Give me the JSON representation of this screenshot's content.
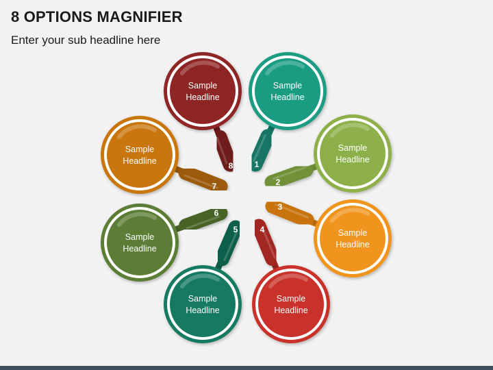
{
  "header": {
    "title": "8 OPTIONS MAGNIFIER",
    "subtitle": "Enter your sub headline here"
  },
  "options": [
    {
      "number": "1",
      "line1": "Sample",
      "line2": "Headline",
      "color": "#1a9c82",
      "handle": "#127565"
    },
    {
      "number": "2",
      "line1": "Sample",
      "line2": "Headline",
      "color": "#8db04a",
      "handle": "#6f9138"
    },
    {
      "number": "3",
      "line1": "Sample",
      "line2": "Headline",
      "color": "#f0941e",
      "handle": "#c97310"
    },
    {
      "number": "4",
      "line1": "Sample",
      "line2": "Headline",
      "color": "#c8322b",
      "handle": "#a22620"
    },
    {
      "number": "5",
      "line1": "Sample",
      "line2": "Headline",
      "color": "#167a63",
      "handle": "#0f5e4c"
    },
    {
      "number": "6",
      "line1": "Sample",
      "line2": "Headline",
      "color": "#5b7d35",
      "handle": "#466328"
    },
    {
      "number": "7",
      "line1": "Sample",
      "line2": "Headline",
      "color": "#c9760f",
      "handle": "#9c5a0a"
    },
    {
      "number": "8",
      "line1": "Sample",
      "line2": "Headline",
      "color": "#8e2525",
      "handle": "#6e1a1a"
    }
  ]
}
